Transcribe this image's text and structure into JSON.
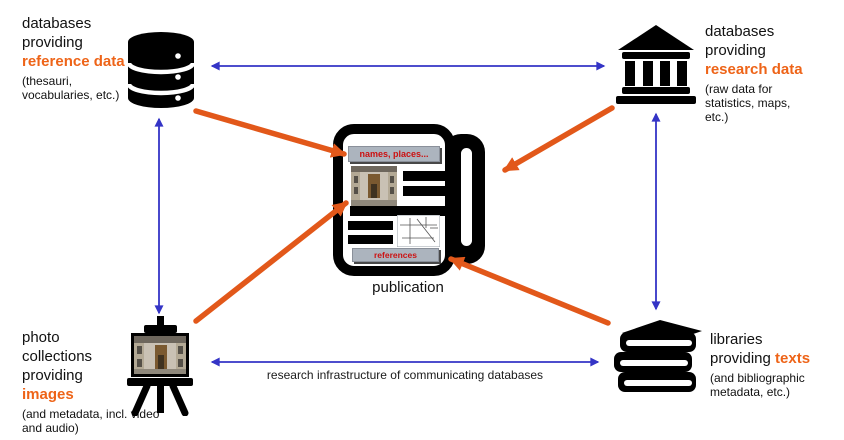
{
  "colors": {
    "accent_orange": "#EE6418",
    "arrow_orange": "#E2581A",
    "arrow_blue": "#3434C6",
    "bar_red_text": "#CC1111",
    "bar_gray": "#ACB4BE",
    "icon_black": "#000000"
  },
  "nodes": {
    "reference_databases": {
      "lines": [
        "databases",
        "providing"
      ],
      "highlight": "reference data",
      "note": "(thesauri, vocabularies, etc.)"
    },
    "research_databases": {
      "lines": [
        "databases",
        "providing"
      ],
      "highlight": "research data",
      "note": "(raw data for statistics, maps, etc.)"
    },
    "photo_collections": {
      "lines": [
        "photo",
        "collections",
        "providing"
      ],
      "highlight": "images",
      "note": "(and metadata, incl. video and audio)"
    },
    "libraries": {
      "line": "libraries",
      "inline_prefix": "providing",
      "highlight": "texts",
      "note": "(and bibliographic metadata, etc.)"
    }
  },
  "publication": {
    "label": "publication",
    "header_bar": "names, places...",
    "footer_bar": "references"
  },
  "bottom_arrow_label": "research infrastructure of communicating databases",
  "icons": {
    "top_left": "database-icon",
    "top_right": "museum-icon",
    "bottom_left": "easel-photo-icon",
    "bottom_right": "book-stack-icon",
    "center": "newspaper-icon"
  }
}
